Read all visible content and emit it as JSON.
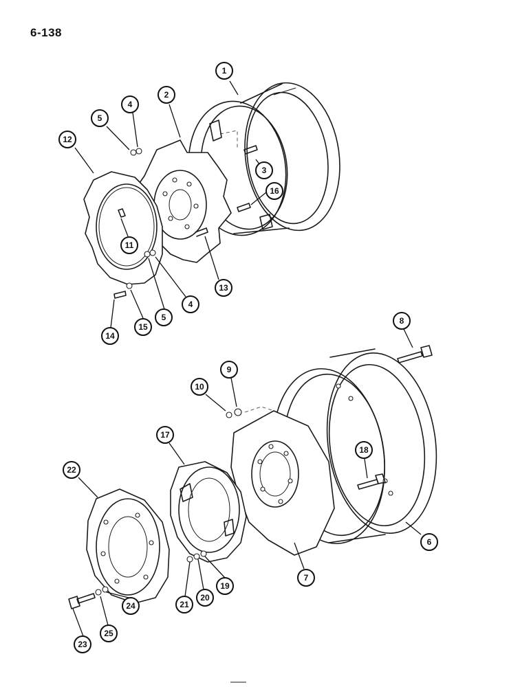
{
  "page_number": "6-138",
  "callouts": [
    {
      "label": "1"
    },
    {
      "label": "2"
    },
    {
      "label": "3"
    },
    {
      "label": "4"
    },
    {
      "label": "5"
    },
    {
      "label": "12"
    },
    {
      "label": "16"
    },
    {
      "label": "11"
    },
    {
      "label": "13"
    },
    {
      "label": "4"
    },
    {
      "label": "5"
    },
    {
      "label": "14"
    },
    {
      "label": "15"
    },
    {
      "label": "8"
    },
    {
      "label": "9"
    },
    {
      "label": "10"
    },
    {
      "label": "17"
    },
    {
      "label": "18"
    },
    {
      "label": "22"
    },
    {
      "label": "6"
    },
    {
      "label": "7"
    },
    {
      "label": "19"
    },
    {
      "label": "20"
    },
    {
      "label": "21"
    },
    {
      "label": "24"
    },
    {
      "label": "25"
    },
    {
      "label": "23"
    }
  ]
}
